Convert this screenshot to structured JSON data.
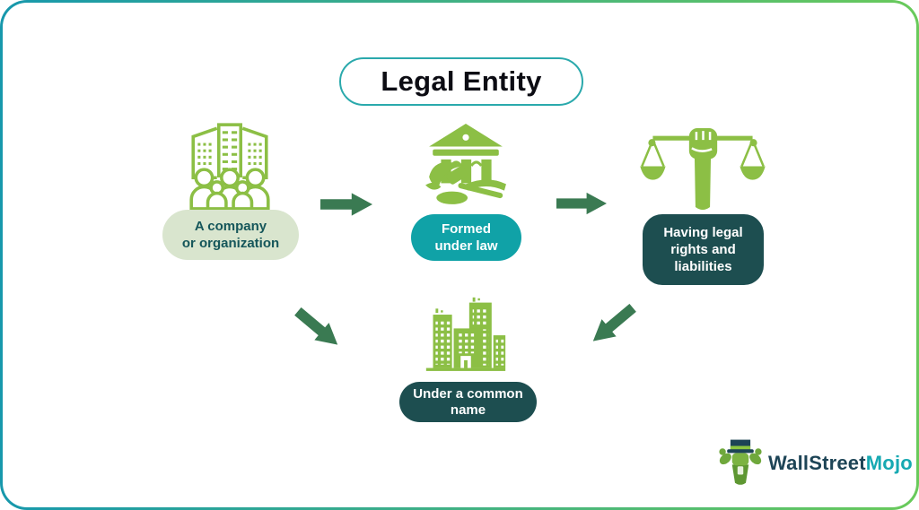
{
  "colors": {
    "frame_gradient_start": "#1798AC",
    "frame_gradient_end": "#69CA5B",
    "title_border": "#2AA9AC",
    "title_text": "#0C0C13",
    "icon_green": "#8CBF45",
    "arrow_green": "#3A7A52",
    "pill_light_bg": "#D9E5CE",
    "pill_light_text": "#15565A",
    "pill_teal_bg": "#10A2A7",
    "pill_dark_bg": "#1D4E50",
    "white_text": "#FFFFFF",
    "logo_primary": "#1D4456",
    "logo_accent": "#16A9B2"
  },
  "title": {
    "text": "Legal Entity"
  },
  "nodes": [
    {
      "id": "company",
      "icon": "company-people-icon",
      "lines": [
        "A company",
        "or organization"
      ]
    },
    {
      "id": "formed-under-law",
      "icon": "courthouse-gavel-icon",
      "lines": [
        "Formed",
        "under law"
      ]
    },
    {
      "id": "legal-rights",
      "icon": "justice-scales-fist-icon",
      "lines": [
        "Having legal",
        "rights and",
        "liabilities"
      ]
    },
    {
      "id": "common-name",
      "icon": "city-buildings-icon",
      "lines": [
        "Under a common",
        "name"
      ]
    }
  ],
  "arrows": [
    {
      "id": "company-to-law",
      "direction": "right"
    },
    {
      "id": "law-to-rights",
      "direction": "right"
    },
    {
      "id": "company-to-name",
      "direction": "down-right"
    },
    {
      "id": "rights-to-name",
      "direction": "down-left"
    }
  ],
  "logo": {
    "brand_first": "WallStreet",
    "brand_second": "Mojo"
  }
}
